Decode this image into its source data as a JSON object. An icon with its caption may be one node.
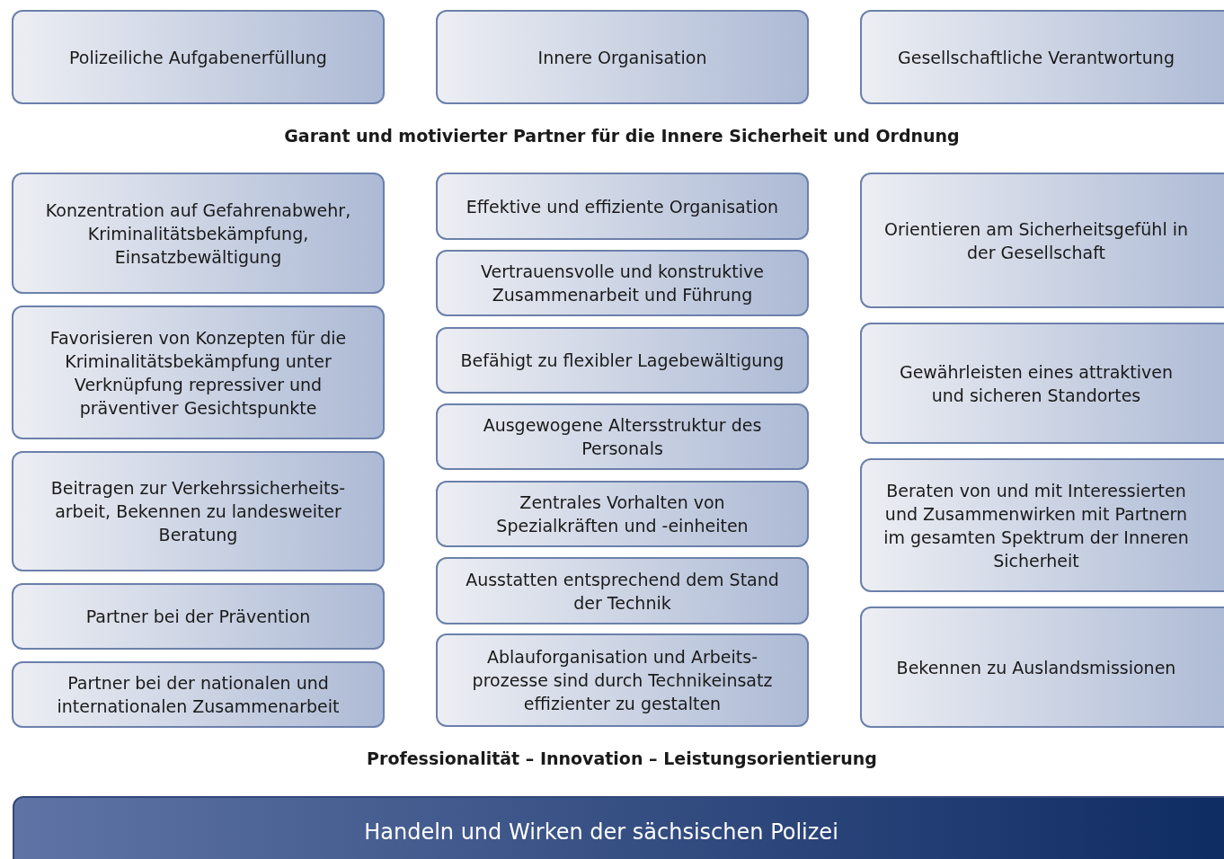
{
  "diagram": {
    "nodes": [
      {
        "text": [
          "Polizeiliche Aufgabenerfüllung"
        ]
      },
      {
        "text": [
          "Innere Organisation"
        ]
      },
      {
        "text": [
          "Gesellschaftliche Verantwortung"
        ]
      },
      {
        "text": [
          "Konzentration auf Gefahrenabwehr, Kriminalitätsbekämpfung, Einsatzbewältigung"
        ]
      },
      {
        "text": [
          "Favorisieren von Konzepten für die Kriminalitätsbekämpfung unter Verknüpfung repressiver und präventiver Gesichtspunkte"
        ]
      },
      {
        "text": [
          "Beitragen zur Verkehrssicherheits-arbeit, Bekennen zu landesweiter Beratung"
        ]
      },
      {
        "text": [
          "Partner bei der Prävention"
        ]
      },
      {
        "text": [
          "Partner bei der nationalen und internationalen Zusammenarbeit"
        ]
      },
      {
        "text": [
          "Effektive und effiziente Organisation"
        ]
      },
      {
        "text": [
          "Vertrauensvolle und konstruktive Zusammenarbeit und Führung"
        ]
      },
      {
        "text": [
          "Befähigt zu flexibler Lagebewältigung"
        ]
      },
      {
        "text": [
          "Ausgewogene Altersstruktur des Personals"
        ]
      },
      {
        "text": [
          "Zentrales Vorhalten von Spezialkräften und -einheiten"
        ]
      },
      {
        "text": [
          "Ausstatten entsprechend dem Stand der Technik"
        ]
      },
      {
        "text": [
          "Ablauforganisation und Arbeits-prozesse sind durch Technikeinsatz effizienter zu gestalten"
        ]
      },
      {
        "text": [
          "Orientieren am Sicherheitsgefühl in der Gesellschaft"
        ]
      },
      {
        "text": [
          "Gewährleisten eines attraktiven und sicheren Standortes"
        ]
      },
      {
        "text": [
          "Beraten von und mit Interessierten und Zusammenwirken mit Partnern im gesamten Spektrum der Inneren Sicherheit"
        ]
      },
      {
        "text": [
          "Bekennen zu Auslandsmissionen"
        ]
      },
      {
        "text": [
          "Handeln und Wirken der sächsischen Polizei"
        ]
      }
    ],
    "labels": [
      "Garant und motivierter Partner für die Innere Sicherheit und Ordnung",
      "Professionalität – Innovation – Leistungsorientierung"
    ]
  }
}
